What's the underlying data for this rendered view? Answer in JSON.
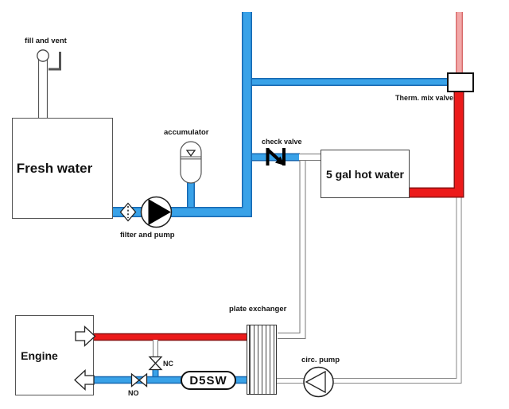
{
  "labels": {
    "fill_and_vent": "fill and vent",
    "fresh_water": "Fresh water",
    "accumulator": "accumulator",
    "filter_and_pump": "filter and pump",
    "check_valve": "check valve",
    "hot_water_tank": "5 gal hot water",
    "therm_mix_valve": "Therm. mix valve",
    "engine": "Engine",
    "nc_valve": "NC",
    "no_valve": "NO",
    "d5sw_pump": "D5SW",
    "plate_exchanger": "plate exchanger",
    "circ_pump": "circ. pump"
  },
  "colors": {
    "cold_pipe": "#39A2E8",
    "cold_pipe_border": "#1668B2",
    "hot_pipe": "#EC1A1A",
    "hot_pipe_border": "#8B1010",
    "mixed_pipe": "#F2A8A8",
    "mixed_pipe_border": "#D86A6A",
    "loop_pipe_border": "#787878"
  }
}
